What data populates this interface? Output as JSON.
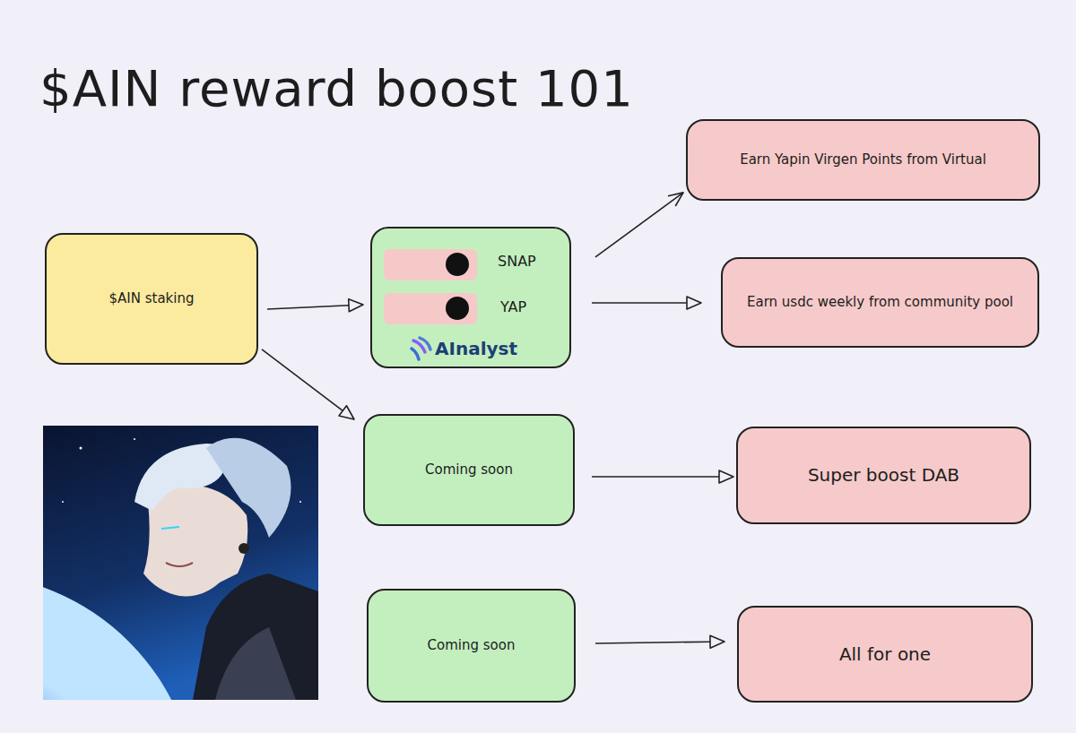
{
  "diagram": {
    "title": "$AIN reward boost 101",
    "nodes": [
      {
        "text": [
          "$AIN staking"
        ]
      },
      {
        "text": [
          "SNAP",
          "YAP",
          "AInalyst"
        ]
      },
      {
        "text": [
          "Coming soon"
        ]
      },
      {
        "text": [
          "Coming soon"
        ]
      },
      {
        "text": [
          "Earn Yapin Virgen Points from Virtual"
        ]
      },
      {
        "text": [
          "Earn usdc weekly from community pool"
        ]
      },
      {
        "text": [
          "Super boost DAB"
        ]
      },
      {
        "text": [
          "All for one"
        ]
      }
    ],
    "edges": [
      {
        "from": 0,
        "to": 1,
        "arrow": "to"
      },
      {
        "from": 0,
        "to": 2,
        "arrow": "to"
      },
      {
        "from": 1,
        "to": 4,
        "arrow": "to"
      },
      {
        "from": 1,
        "to": 5,
        "arrow": "to"
      },
      {
        "from": 2,
        "to": 6,
        "arrow": "to"
      },
      {
        "from": 3,
        "to": 7,
        "arrow": "to"
      }
    ]
  }
}
